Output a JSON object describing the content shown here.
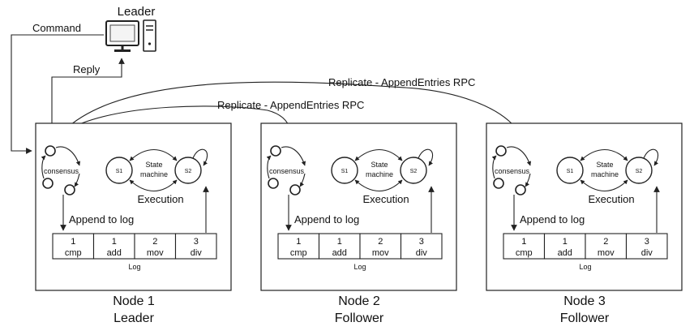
{
  "client": {
    "title": "Leader",
    "command_label": "Command",
    "reply_label": "Reply",
    "icon": "computer-icon"
  },
  "rpc": {
    "label_to_node3": "Replicate - AppendEntries RPC",
    "label_to_node2": "Replicate - AppendEntries RPC"
  },
  "nodes": [
    {
      "consensus_label": "consensus",
      "sm_title_line1": "State",
      "sm_title_line2": "machine",
      "s1": "S1",
      "s2": "S2",
      "execution": "Execution",
      "append": "Append to log",
      "log_title": "Log",
      "log": [
        {
          "term": "1",
          "cmd": "cmp"
        },
        {
          "term": "1",
          "cmd": "add"
        },
        {
          "term": "2",
          "cmd": "mov"
        },
        {
          "term": "3",
          "cmd": "div"
        }
      ],
      "caption_line1": "Node 1",
      "caption_line2": "Leader"
    },
    {
      "consensus_label": "consensus",
      "sm_title_line1": "State",
      "sm_title_line2": "machine",
      "s1": "S1",
      "s2": "S2",
      "execution": "Execution",
      "append": "Append to log",
      "log_title": "Log",
      "log": [
        {
          "term": "1",
          "cmd": "cmp"
        },
        {
          "term": "1",
          "cmd": "add"
        },
        {
          "term": "2",
          "cmd": "mov"
        },
        {
          "term": "3",
          "cmd": "div"
        }
      ],
      "caption_line1": "Node 2",
      "caption_line2": "Follower"
    },
    {
      "consensus_label": "consensus",
      "sm_title_line1": "State",
      "sm_title_line2": "machine",
      "s1": "S1",
      "s2": "S2",
      "execution": "Execution",
      "append": "Append to log",
      "log_title": "Log",
      "log": [
        {
          "term": "1",
          "cmd": "cmp"
        },
        {
          "term": "1",
          "cmd": "add"
        },
        {
          "term": "2",
          "cmd": "mov"
        },
        {
          "term": "3",
          "cmd": "div"
        }
      ],
      "caption_line1": "Node 3",
      "caption_line2": "Follower"
    }
  ]
}
